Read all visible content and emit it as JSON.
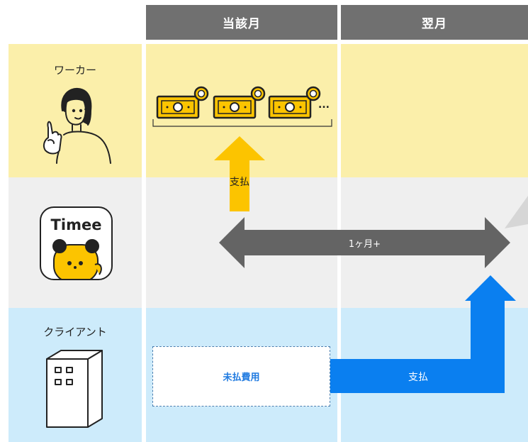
{
  "columns": {
    "current_month": "当該月",
    "next_month": "翌月"
  },
  "rows": {
    "worker": "ワーカー",
    "timee_logo": "Timee",
    "client": "クライアント"
  },
  "labels": {
    "payment_up": "支払",
    "duration": "1ヶ月+",
    "unpaid": "未払費用",
    "payment_client": "支払",
    "ellipsis": "..."
  },
  "colors": {
    "header": "#707070",
    "worker_row": "#fbefaa",
    "timee_row": "#efefef",
    "client_row": "#cdebfb",
    "yellow_arrow": "#fcc400",
    "gray_arrow": "#646464",
    "blue_arrow": "#0a7ff0",
    "unpaid_text": "#1f7ae0"
  },
  "icons": [
    "woman-pointing-icon",
    "timee-app-icon",
    "building-icon",
    "banknote-coin-icon"
  ]
}
